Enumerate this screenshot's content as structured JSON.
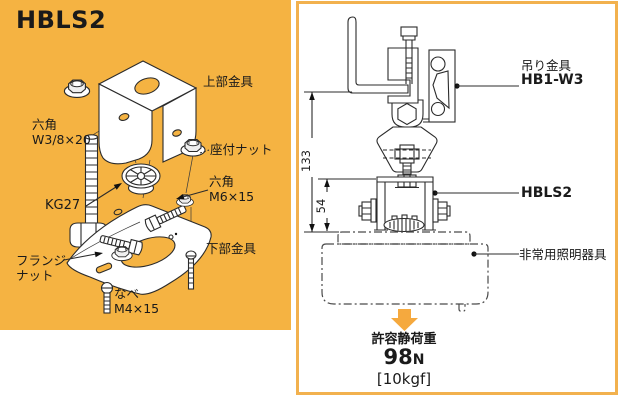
{
  "colors": {
    "panel_orange": "#F5B342",
    "frame_orange": "#F2B14E",
    "arrow_orange": "#F5A93E",
    "ink": "#1A1A1A"
  },
  "left_panel": {
    "title": "HBLS2",
    "parts": {
      "upper_bracket": "上部金具",
      "hex_bolt": {
        "line1": "六角",
        "line2": "W3/8×20"
      },
      "seat_nut": "座付ナット",
      "grommet": "KG27",
      "hex_bolt_m6": {
        "line1": "六角",
        "line2": "M6×15"
      },
      "lower_bracket": "下部金具",
      "flange_nut": {
        "line1": "フランジ",
        "line2": "ナット"
      },
      "pan_screw": {
        "line1": "なべ",
        "line2": "M4×15"
      }
    }
  },
  "right_panel": {
    "hanging_bracket": {
      "name": "吊り金具",
      "model": "HB1-W3"
    },
    "bracket_model": "HBLS2",
    "fixture_label": "非常用照明器具",
    "dimensions": {
      "overall_mm": "133",
      "bracket_mm": "54"
    },
    "load": {
      "title": "許容静荷重",
      "value": "98",
      "unit": "N",
      "kgf": "[10kgf]"
    }
  }
}
